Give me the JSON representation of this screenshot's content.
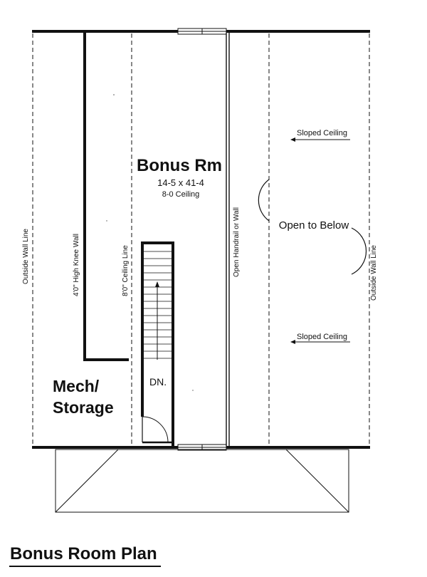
{
  "plan": {
    "title": "Bonus Room Plan",
    "room": {
      "name": "Bonus Rm",
      "dimensions": "14-5 x 41-4",
      "ceiling": "8-0 Ceiling"
    },
    "mech_line1": "Mech/",
    "mech_line2": "Storage",
    "stair_label": "DN.",
    "outside_wall_left": "Outside Wall Line",
    "outside_wall_right": "Outside Wall Line",
    "knee_wall": "4'0\" High Knee Wall",
    "ceiling_line": "8'0\" Ceiling Line",
    "handrail": "Open Handrail or Wall",
    "open_to_below": "Open to Below",
    "sloped_ceiling_upper": "Sloped Ceiling",
    "sloped_ceiling_lower": "Sloped Ceiling"
  },
  "colors": {
    "line": "#111111",
    "background": "#ffffff"
  }
}
